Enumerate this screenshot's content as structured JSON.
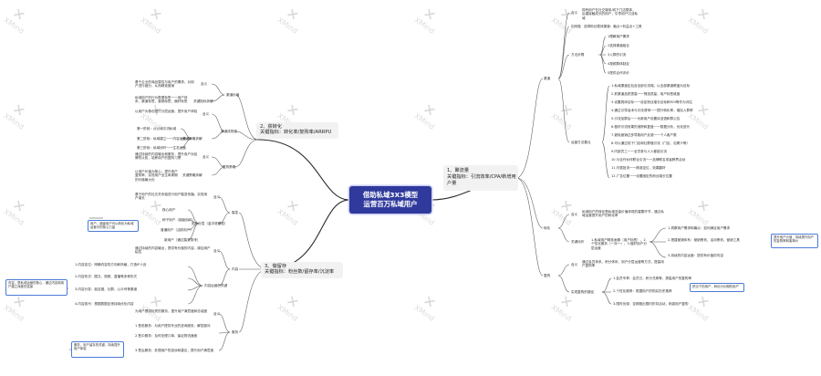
{
  "center": {
    "line1": "借助私域3X3模型",
    "line2": "运营百万私域用户"
  },
  "watermark": {
    "text": "XMind"
  },
  "branches": {
    "b1": {
      "title": "1、聚流量",
      "subtitle": "关键指标：引流效率/CPA/新增用户量"
    },
    "b2": {
      "title": "2、获转化",
      "subtitle": "关键指标：转化率/复购率/ARRPU"
    },
    "b3": {
      "title": "3、做留存",
      "subtitle": "关键指标：粉丝数/留存率/沉淀率"
    }
  },
  "r": {
    "hy": "渠道",
    "hy_dy": "含义",
    "hy_dy_t": "现有用户在社交媒体/线下门店载体，后重接触成长的用户，引导用户沉淀私域",
    "hy_rh": "如何做",
    "hy_rh_t": "选择粉丝载体渠道：触点+利益点+工具",
    "fs": "方法步骤",
    "fs_items": [
      "1理解用户需求",
      "2选择渠道组合",
      "3入群的引流",
      "4视频群体制定",
      "5提供合作评价"
    ],
    "yy": "运营方法要点",
    "yy_items": [
      "1.私域渠道应包含全部引流端，以全部渠道覆盖为目标",
      "2.抓渠道品质提高一一筛选质量、用户标签维度",
      "3.设置具体目标一一设定粉丝增长目标和ROI等作为评估",
      "4.通过引导话术与引流诱饵一一提升转化率，增加入群率",
      "5.引流加群后一一为新用户设置欢迎语和群公告",
      "6.做好引流效果的追踪和复盘一一数据分析，优化迭代",
      "7.避免营销过多导致用户反感一一个人客户数",
      "8.可以通过线下门店和社群做引流（门店、包裹卡等）",
      "9.内部员工一一全员参与人人都能引流",
      "10.与合作伙伴联合引流一一品牌联名或者跨界活动",
      "11.付费投流一一精准定位、效果翻好",
      "12.广告位置一一设置固定的粉丝增长位置"
    ],
    "zh": "转化",
    "zh_dy": "含义",
    "zh_dy_t": "私域用户的转化是私域流量价值体现的重要环节，通过私域运营提升用户的转化率",
    "zh_hd": "关键动作",
    "zh_hd_t": "1.私域用户精准画像（用户标签），2.个性化服务（一对一），3.做好用户分层运营",
    "zh_sub": [
      "1.洞察用户需求和痛点：如何满足用户需求",
      "2.搭建营销体系：营销策划、活动策划、营销工具",
      "3.持续的内容运营：提供有价值的内容"
    ],
    "zh_note": "提升用户价值，持续提升用户的复购率和客单价",
    "fg": "复购",
    "fg_dy": "含义",
    "fg_dy_t": "通过会员体系、积分体系、用户分层运营等方式，提高用户复购率",
    "fg_fz": "实现复购的路径",
    "fg_items": [
      "1.会员专享：会员日，积分兑换等，提高用户的复购率",
      "2.个性化推荐：根据用户的购买历史推荐",
      "3.限时优惠：定期推出限时折扣活动，刺激用户复购"
    ],
    "fg_note": "把当下的用户，转化为长期的用户",
    "k2_rl": "渠道价值",
    "k2_rl_items": [
      "基于企业的商品属性与用户的需求，对用户进行细分，从而精准营销",
      "私域用户的行为数据标签一一用户体系，渠道标签，营销标签，偏好标签"
    ],
    "k2_rl_labels": [
      "含义",
      "关键指标拆解"
    ],
    "k2_cs": "渠道成熟度",
    "k2_cs_dy": "含义",
    "k2_cs_t": "以用户为核心进行分层运营，提升用户体验",
    "k2_cs_items": [
      "第一阶段：从公域引流私域",
      "第二阶段：私域建立一一内容运营",
      "第三阶段：私域闭环一一生态运营"
    ],
    "k2_cs_label": "关键策略拆解",
    "k2_fc": "复购策略",
    "k2_fc_dy": "含义",
    "k2_fc_t": "通过持续的内容输出和服务，提升用户对品牌的认知，培养用户的复购习惯",
    "k2_fc_label": "关键策略拆解",
    "k2_fc_t2": "以用户价值为核心，提升用户复购率，实现用户全生命周期的价值最大化",
    "k3_cz": "裂变",
    "k3_cz_dy": "含义",
    "k3_cz_t": "基于用户的社交关系链进行用户裂变传播，实现用户增长",
    "k3_cz_items": [
      "核心用户",
      "种子用户（超级用户）",
      "普通用户（活跃用户）",
      "新用户（通过裂变带来）"
    ],
    "k3_cz_label": "用户分层（金字塔模型）",
    "k3_note1": "用户，超级用户可以转化为私域运营中的核心力量",
    "k3_nr": "内容",
    "k3_nr_dy": "含义",
    "k3_nr_t": "通过持续的内容输出，提供有价值的内容，增加用户粘性",
    "k3_nr_items": [
      "1.内容定位：明确内容的方向和风格，打造IP人设",
      "2.内容形式：图文、视频、直播等多种形式",
      "3.内容分发：朋友圈、社群、公众号等渠道",
      "4.内容迭代：根据数据反馈持续优化内容"
    ],
    "k3_nr_label": "内容运营的关键",
    "k3_note2": "内容，是私域运营的核心，通过内容和用户建立深度的连接",
    "k3_fw": "服务",
    "k3_fw_dy": "含义",
    "k3_fw_t": "为用户提供优质的服务，提升用户满意度和忠诚度",
    "k3_fw_items": [
      "1.售前服务：为用户提供专业的咨询服务，解答疑问",
      "2.售中服务：及时处理订单，保证物流速度",
      "3.售后服务：处理用户的投诉和建议，提升用户满意度"
    ],
    "k3_note3": "服务，用户留存的关键，持续提升用户体验"
  }
}
